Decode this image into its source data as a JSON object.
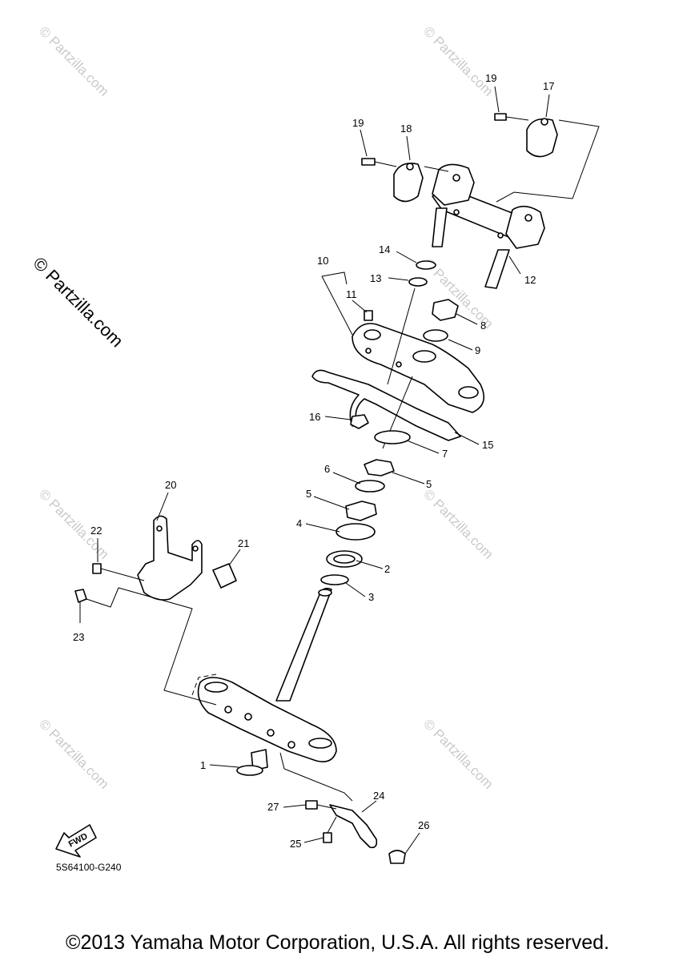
{
  "watermark": {
    "large": "© Partzilla.com",
    "small": "© Partzilla.com"
  },
  "figure_code": "5S64100-G240",
  "fwd_label": "FWD",
  "callouts": {
    "c1": "1",
    "c2": "2",
    "c3": "3",
    "c4": "4",
    "c5a": "5",
    "c5b": "5",
    "c6": "6",
    "c7": "7",
    "c8": "8",
    "c9": "9",
    "c10": "10",
    "c11": "11",
    "c12": "12",
    "c13": "13",
    "c14": "14",
    "c15": "15",
    "c16": "16",
    "c17": "17",
    "c18": "18",
    "c19a": "19",
    "c19b": "19",
    "c20": "20",
    "c21": "21",
    "c22": "22",
    "c23": "23",
    "c24": "24",
    "c25": "25",
    "c26": "26",
    "c27": "27"
  },
  "copyright": "©2013 Yamaha Motor Corporation, U.S.A. All rights reserved."
}
